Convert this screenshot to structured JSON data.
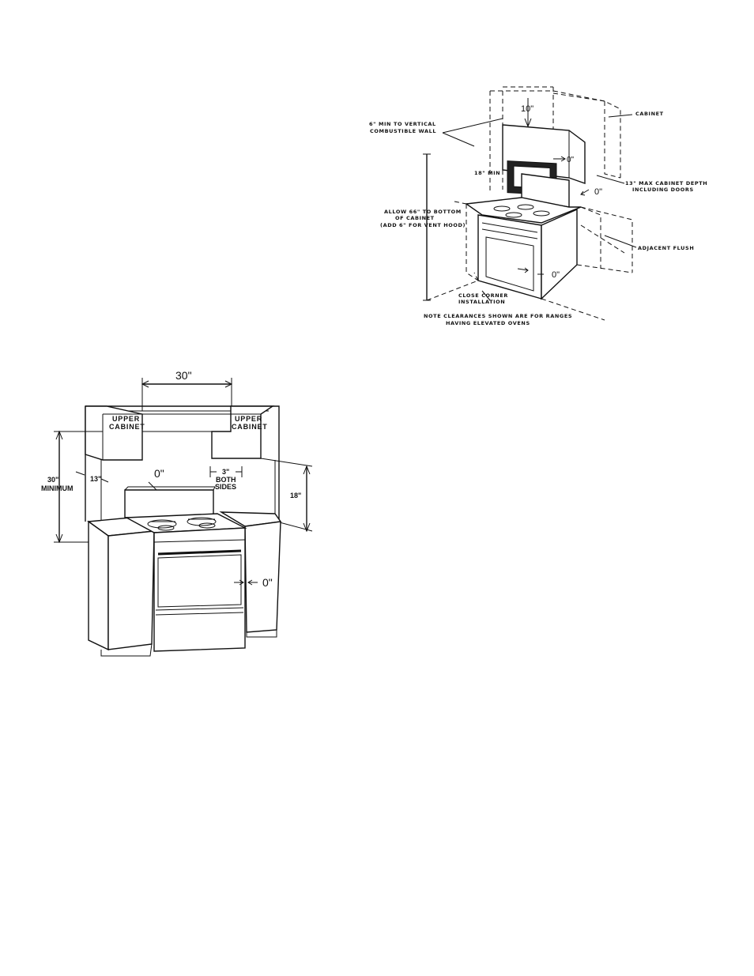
{
  "figure_top": {
    "labels": {
      "cabinet": "CABINET",
      "min_wall_1": "6\" MIN TO VERTICAL",
      "min_wall_2": "COMBUSTIBLE WALL",
      "top_clear": "10\"",
      "side_clear": "0\"",
      "min18": "18\" MIN",
      "max_depth_1": "13\" MAX CABINET DEPTH",
      "max_depth_2": "INCLUDING DOORS",
      "right_zero": "0\"",
      "allow_1": "ALLOW 66\" TO BOTTOM",
      "allow_2": "OF CABINET",
      "allow_3": "(ADD 6\" FOR VENT HOOD)",
      "adjacent": "ADJACENT FLUSH",
      "front_zero": "0\"",
      "corner_1": "CLOSE CORNER",
      "corner_2": "INSTALLATION",
      "note_1": "NOTE CLEARANCES SHOWN ARE FOR RANGES",
      "note_2": "HAVING ELEVATED OVENS"
    }
  },
  "figure_bottom": {
    "labels": {
      "width": "30\"",
      "upper_left_1": "UPPER",
      "upper_left_2": "CABINET",
      "upper_right_1": "UPPER",
      "upper_right_2": "CABINET",
      "height_1": "30\"",
      "height_2": "MINIMUM",
      "depth13": "13\"",
      "zero_back": "0\"",
      "both_1": "3\"",
      "both_2": "BOTH",
      "both_3": "SIDES",
      "h18": "18\"",
      "zero_side": "0\""
    }
  }
}
